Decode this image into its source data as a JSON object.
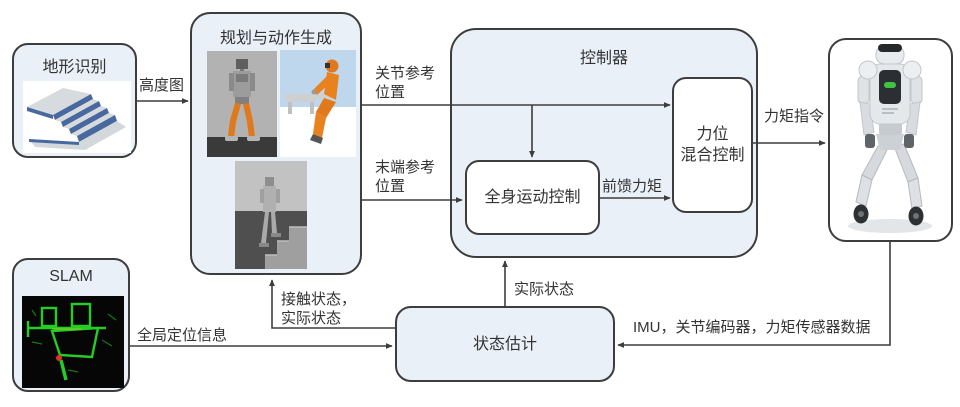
{
  "nodes": {
    "terrain": {
      "title": "地形识别"
    },
    "slam": {
      "title": "SLAM"
    },
    "planning": {
      "title": "规划与动作生成"
    },
    "controller": {
      "title": "控制器"
    },
    "whole_body_control": {
      "label": "全身运动控制"
    },
    "force_position_hybrid": {
      "lines": [
        "力位",
        "混合控制"
      ]
    },
    "state_estimation": {
      "label": "状态估计"
    }
  },
  "edges": {
    "height_map": {
      "label": "高度图"
    },
    "joint_reference": {
      "lines": [
        "关节参考",
        "位置"
      ]
    },
    "end_effector_reference": {
      "lines": [
        "末端参考",
        "位置"
      ]
    },
    "feedforward_torque": {
      "label": "前馈力矩"
    },
    "torque_command": {
      "label": "力矩指令"
    },
    "actual_state": {
      "label": "实际状态"
    },
    "contact_state": {
      "lines": [
        "接触状态，",
        "实际状态"
      ]
    },
    "global_localization": {
      "label": "全局定位信息"
    },
    "sensor_data": {
      "label": "IMU，关节编码器，力矩传感器数据"
    }
  },
  "images": {
    "terrain": "terrain-stairs-pointcloud",
    "slam": "lidar-slam-map",
    "planning": [
      "walking-robot-simulation",
      "squatting-robot-simulation",
      "stair-climbing-robot-simulation"
    ],
    "robot": "wheeled-humanoid-robot-photo"
  },
  "colors": {
    "node_fill": "#e9f0f8",
    "node_border": "#3d3d3d",
    "inner_fill": "#ffffff",
    "arrow": "#3d3d3d",
    "text": "#333333",
    "robot_orange": "#e0791c",
    "slam_green": "#25cd25",
    "terrain_blue": "#48699f"
  }
}
